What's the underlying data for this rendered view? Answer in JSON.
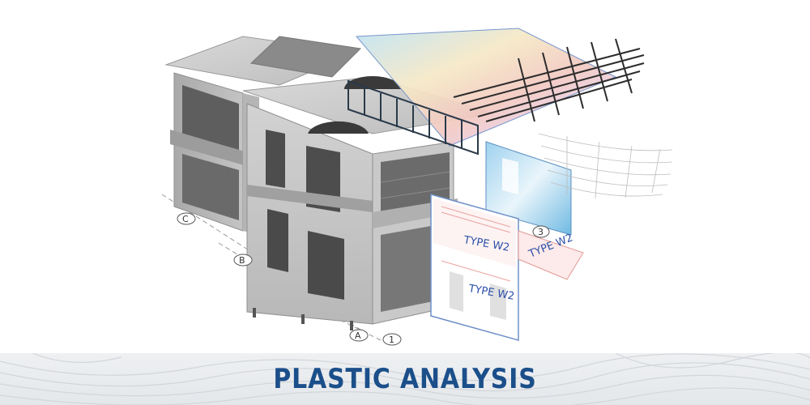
{
  "banner": {
    "title": "PLASTIC ANALYSIS"
  },
  "grid_axes": [
    {
      "label": "C"
    },
    {
      "label": "B"
    },
    {
      "label": "A"
    },
    {
      "label": "1"
    },
    {
      "label": "3"
    }
  ],
  "wall_panels": [
    {
      "label": "TYPE W2"
    },
    {
      "label": "TYPE W2"
    },
    {
      "label": "TYPE W2"
    }
  ],
  "colors": {
    "banner_text": "#1b4f8a",
    "banner_bg": "#e6e9ec",
    "concrete": "#cfcfcf"
  }
}
